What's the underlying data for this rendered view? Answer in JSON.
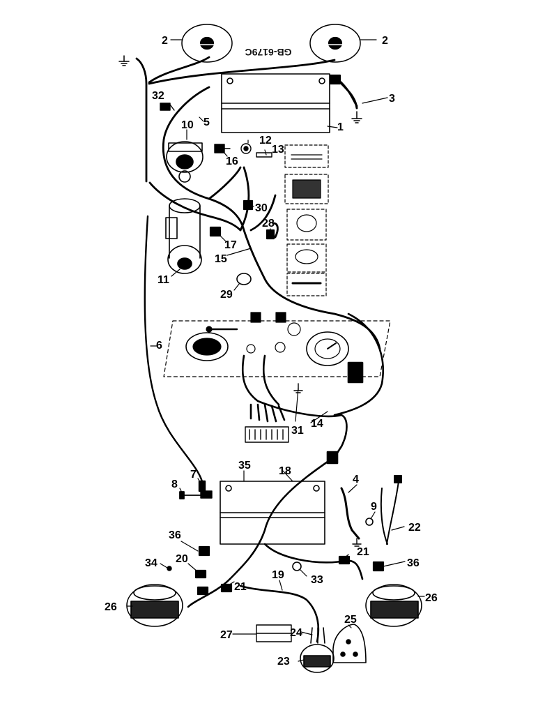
{
  "drawing": {
    "reference_code": "GB-6179C",
    "callouts": [
      "1",
      "2",
      "3",
      "4",
      "5",
      "6",
      "7",
      "8",
      "9",
      "10",
      "11",
      "12",
      "13",
      "14",
      "15",
      "16",
      "17",
      "18",
      "19",
      "20",
      "21",
      "22",
      "23",
      "24",
      "25",
      "26",
      "27",
      "28",
      "29",
      "30",
      "31",
      "32",
      "33",
      "34",
      "35",
      "36"
    ]
  },
  "colors": {
    "ink": "#000000",
    "paper": "#ffffff"
  }
}
